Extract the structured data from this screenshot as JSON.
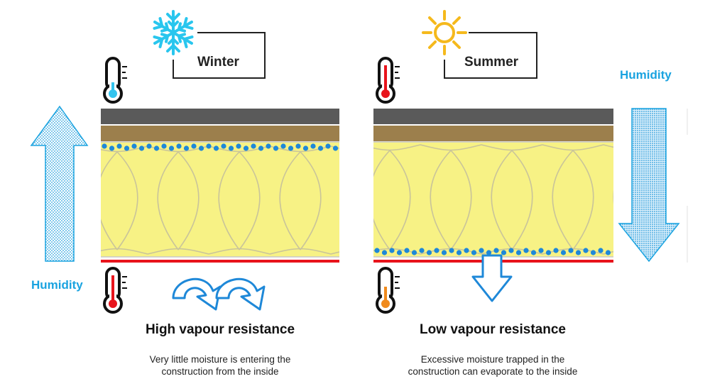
{
  "winter": {
    "season_label": "Winter",
    "humidity_label": "Humidity",
    "heading": "High vapour resistance",
    "description_line1": "Very little moisture is entering the",
    "description_line2": "construction from the inside"
  },
  "summer": {
    "season_label": "Summer",
    "humidity_label": "Humidity",
    "heading": "Low vapour resistance",
    "description_line1": "Excessive moisture trapped in the",
    "description_line2": "construction can evaporate to the inside"
  },
  "icons": {
    "winter_weather": "snowflake-icon",
    "summer_weather": "sun-icon",
    "cold_thermometer": "thermometer-cold-icon",
    "warm_thermometer": "thermometer-warm-icon",
    "hot_thermometer": "thermometer-hot-icon"
  },
  "colors": {
    "roof_dark": "#5a5a5a",
    "roof_brown": "#9c7f4c",
    "insulation": "#f7f285",
    "moisture_dot": "#1e88d8",
    "vapour_membrane": "#e8141c",
    "humidity_blue": "#1aa3e0",
    "snowflake": "#29c6ee",
    "sun": "#f5b91c"
  }
}
